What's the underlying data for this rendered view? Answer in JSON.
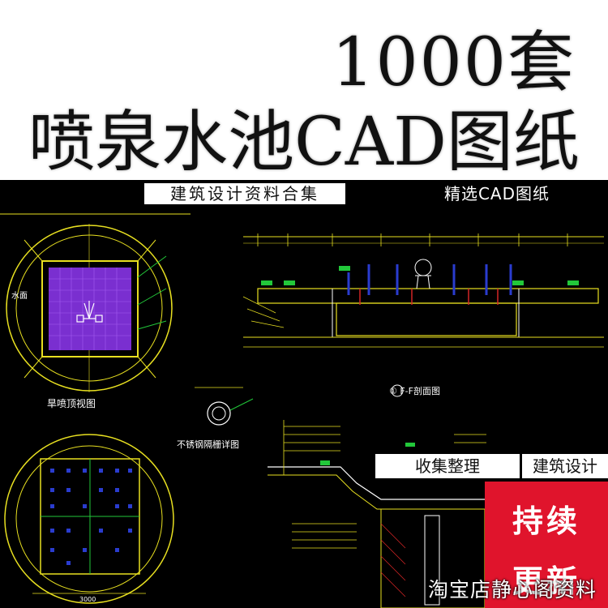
{
  "header": {
    "title_line1": "1000套",
    "title_line2": "喷泉水池CAD图纸"
  },
  "band": {
    "left_label": "建筑设计资料合集",
    "right_label": "精选CAD图纸"
  },
  "drawing": {
    "plan_top_title": "旱喷顶视图",
    "section_title": "① F-F剖面图",
    "detail_title": "不锈钢隔栅详图",
    "water_label": "水面",
    "bottom_dim": "3000",
    "colors": {
      "background": "#000000",
      "lines_yellow": "#e8e020",
      "lines_green": "#22c83a",
      "purple_grid": "#7a2fd0",
      "blue": "#2a3ccf",
      "red": "#d22525"
    }
  },
  "tags": {
    "collect": "收集整理",
    "arch": "建筑设计"
  },
  "badge": {
    "line1": "持续",
    "line2": "更新"
  },
  "watermark": "淘宝店静心阁资料"
}
